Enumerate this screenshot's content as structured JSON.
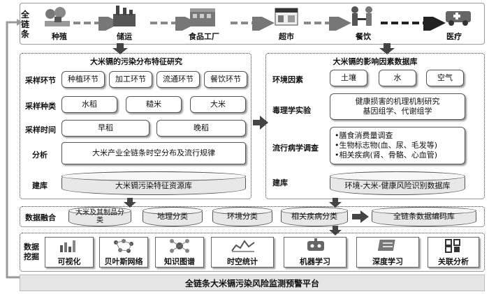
{
  "chain": {
    "label": "全链条",
    "stages": [
      "种殖",
      "储运",
      "食品工厂",
      "超市",
      "餐饮",
      "医疗"
    ]
  },
  "left_panel": {
    "title": "大米镉的污染分布特征研究",
    "rows": {
      "link_label": "采样环节",
      "links": [
        "种植环节",
        "加工环节",
        "流通环节",
        "餐饮环节"
      ],
      "type_label": "采样种类",
      "types": [
        "水稻",
        "糙米",
        "大米"
      ],
      "time_label": "采样时间",
      "times": [
        "早稻",
        "晚稻"
      ],
      "analysis_label": "分析",
      "analysis_text": "大米产业全链条时空分布及流行规律",
      "db_label": "建库",
      "db_text": "大米镉污染特征资源库"
    }
  },
  "right_panel": {
    "title": "大米镉的影响因素数据库",
    "env_label": "环境因素",
    "env_items": [
      "土壤",
      "水",
      "空气"
    ],
    "tox_label": "毒理学实验",
    "tox_text_1": "健康损害的机理机制研究",
    "tox_text_2": "基因组学、代谢组学",
    "epi_label": "流行病学调查",
    "epi_items": [
      "•膳食消费量调查",
      "•生物标志物(血、尿、毛发等)",
      "•相关疾病(肾、骨骼、心血管)"
    ],
    "db_label": "建库",
    "db_text": "环境-大米-健康风险识别数据库"
  },
  "fusion": {
    "label": "数据融合",
    "items": [
      "大米及其制品分类",
      "地理分类",
      "环境分类",
      "相关疾病分类"
    ],
    "target": "全链条数据编码库"
  },
  "mining": {
    "label": "数据挖掘",
    "methods": [
      "可视化",
      "贝叶斯网络",
      "知识图谱",
      "时空统计",
      "机器学习",
      "深度学习",
      "关联分析"
    ]
  },
  "platform": {
    "text": "全链条大米镉污染风险监测预警平台"
  }
}
